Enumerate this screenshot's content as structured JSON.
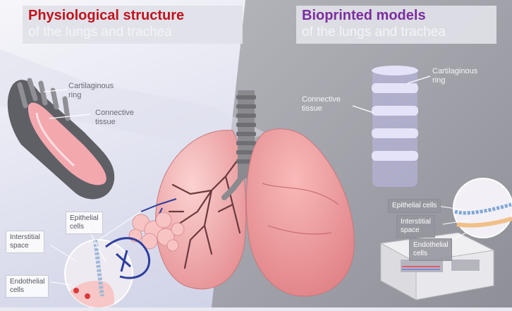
{
  "left_panel": {
    "title": "Physiological structure",
    "subtitle": "of the lungs and trachea",
    "labels": {
      "cartilaginous_ring": [
        "Cartilaginous",
        "ring"
      ],
      "connective_tissue": [
        "Connective",
        "tissue"
      ],
      "epithelial_cells": [
        "Epithelial",
        "cells"
      ],
      "interstitial_space": [
        "Interstitial",
        "space"
      ],
      "endothelial_cells": [
        "Endothelial",
        "cells"
      ]
    }
  },
  "right_panel": {
    "title": "Bioprinted models",
    "subtitle": "of the lungs and trachea",
    "labels": {
      "cartilaginous_ring": [
        "Cartilaginous",
        "ring"
      ],
      "connective_tissue": [
        "Connective",
        "tissue"
      ],
      "epithelial_cells": "Epithelial cells",
      "interstitial_space": [
        "Interstitial",
        "space"
      ],
      "endothelial_cells": [
        "Endothelial",
        "cells"
      ]
    }
  },
  "colors": {
    "left_title": "#c0141c",
    "right_title": "#7b2e9e",
    "lung": "#eea0a2",
    "trachea": "#8a8a8f",
    "bioprint_mesh": "#b7b4e4"
  }
}
